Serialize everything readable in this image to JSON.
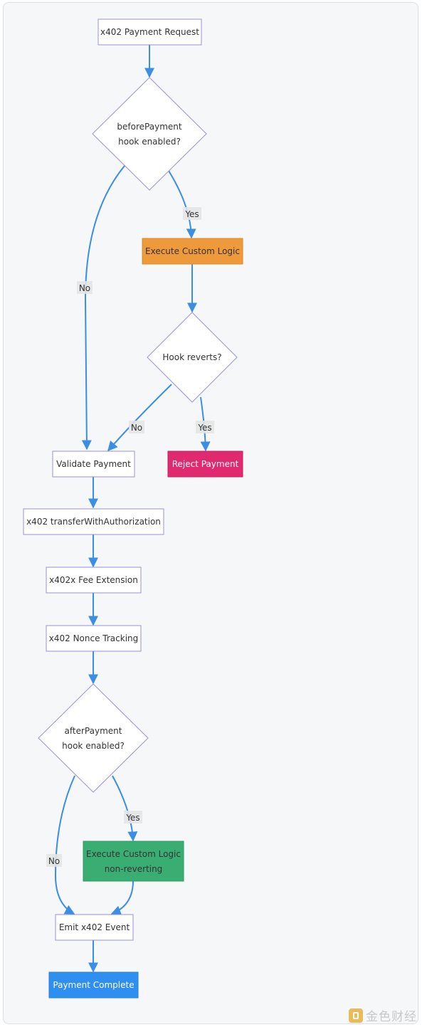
{
  "nodes": {
    "payment_request": "x402 Payment Request",
    "before_decision": [
      "beforePayment",
      "hook enabled?"
    ],
    "custom_logic_before": "Execute Custom Logic",
    "hook_reverts": "Hook reverts?",
    "reject_payment": "Reject Payment",
    "validate_payment": "Validate Payment",
    "transfer_auth": "x402 transferWithAuthorization",
    "fee_extension": "x402x Fee Extension",
    "nonce_tracking": "x402 Nonce Tracking",
    "after_decision": [
      "afterPayment",
      "hook enabled?"
    ],
    "custom_logic_after": [
      "Execute Custom Logic",
      "non-reverting"
    ],
    "emit_event": "Emit x402 Event",
    "payment_complete": "Payment Complete"
  },
  "edge_labels": {
    "before_yes": "Yes",
    "before_no": "No",
    "reverts_no": "No",
    "reverts_yes": "Yes",
    "after_yes": "Yes",
    "after_no": "No"
  },
  "colors": {
    "edge": "#3a8ee6",
    "node_border": "#9b8fd8",
    "custom_logic_before": "#ee9a3a",
    "reject_payment": "#e0296e",
    "custom_logic_after": "#3aae72",
    "payment_complete": "#2f8ff0"
  },
  "watermark": "金色财经"
}
